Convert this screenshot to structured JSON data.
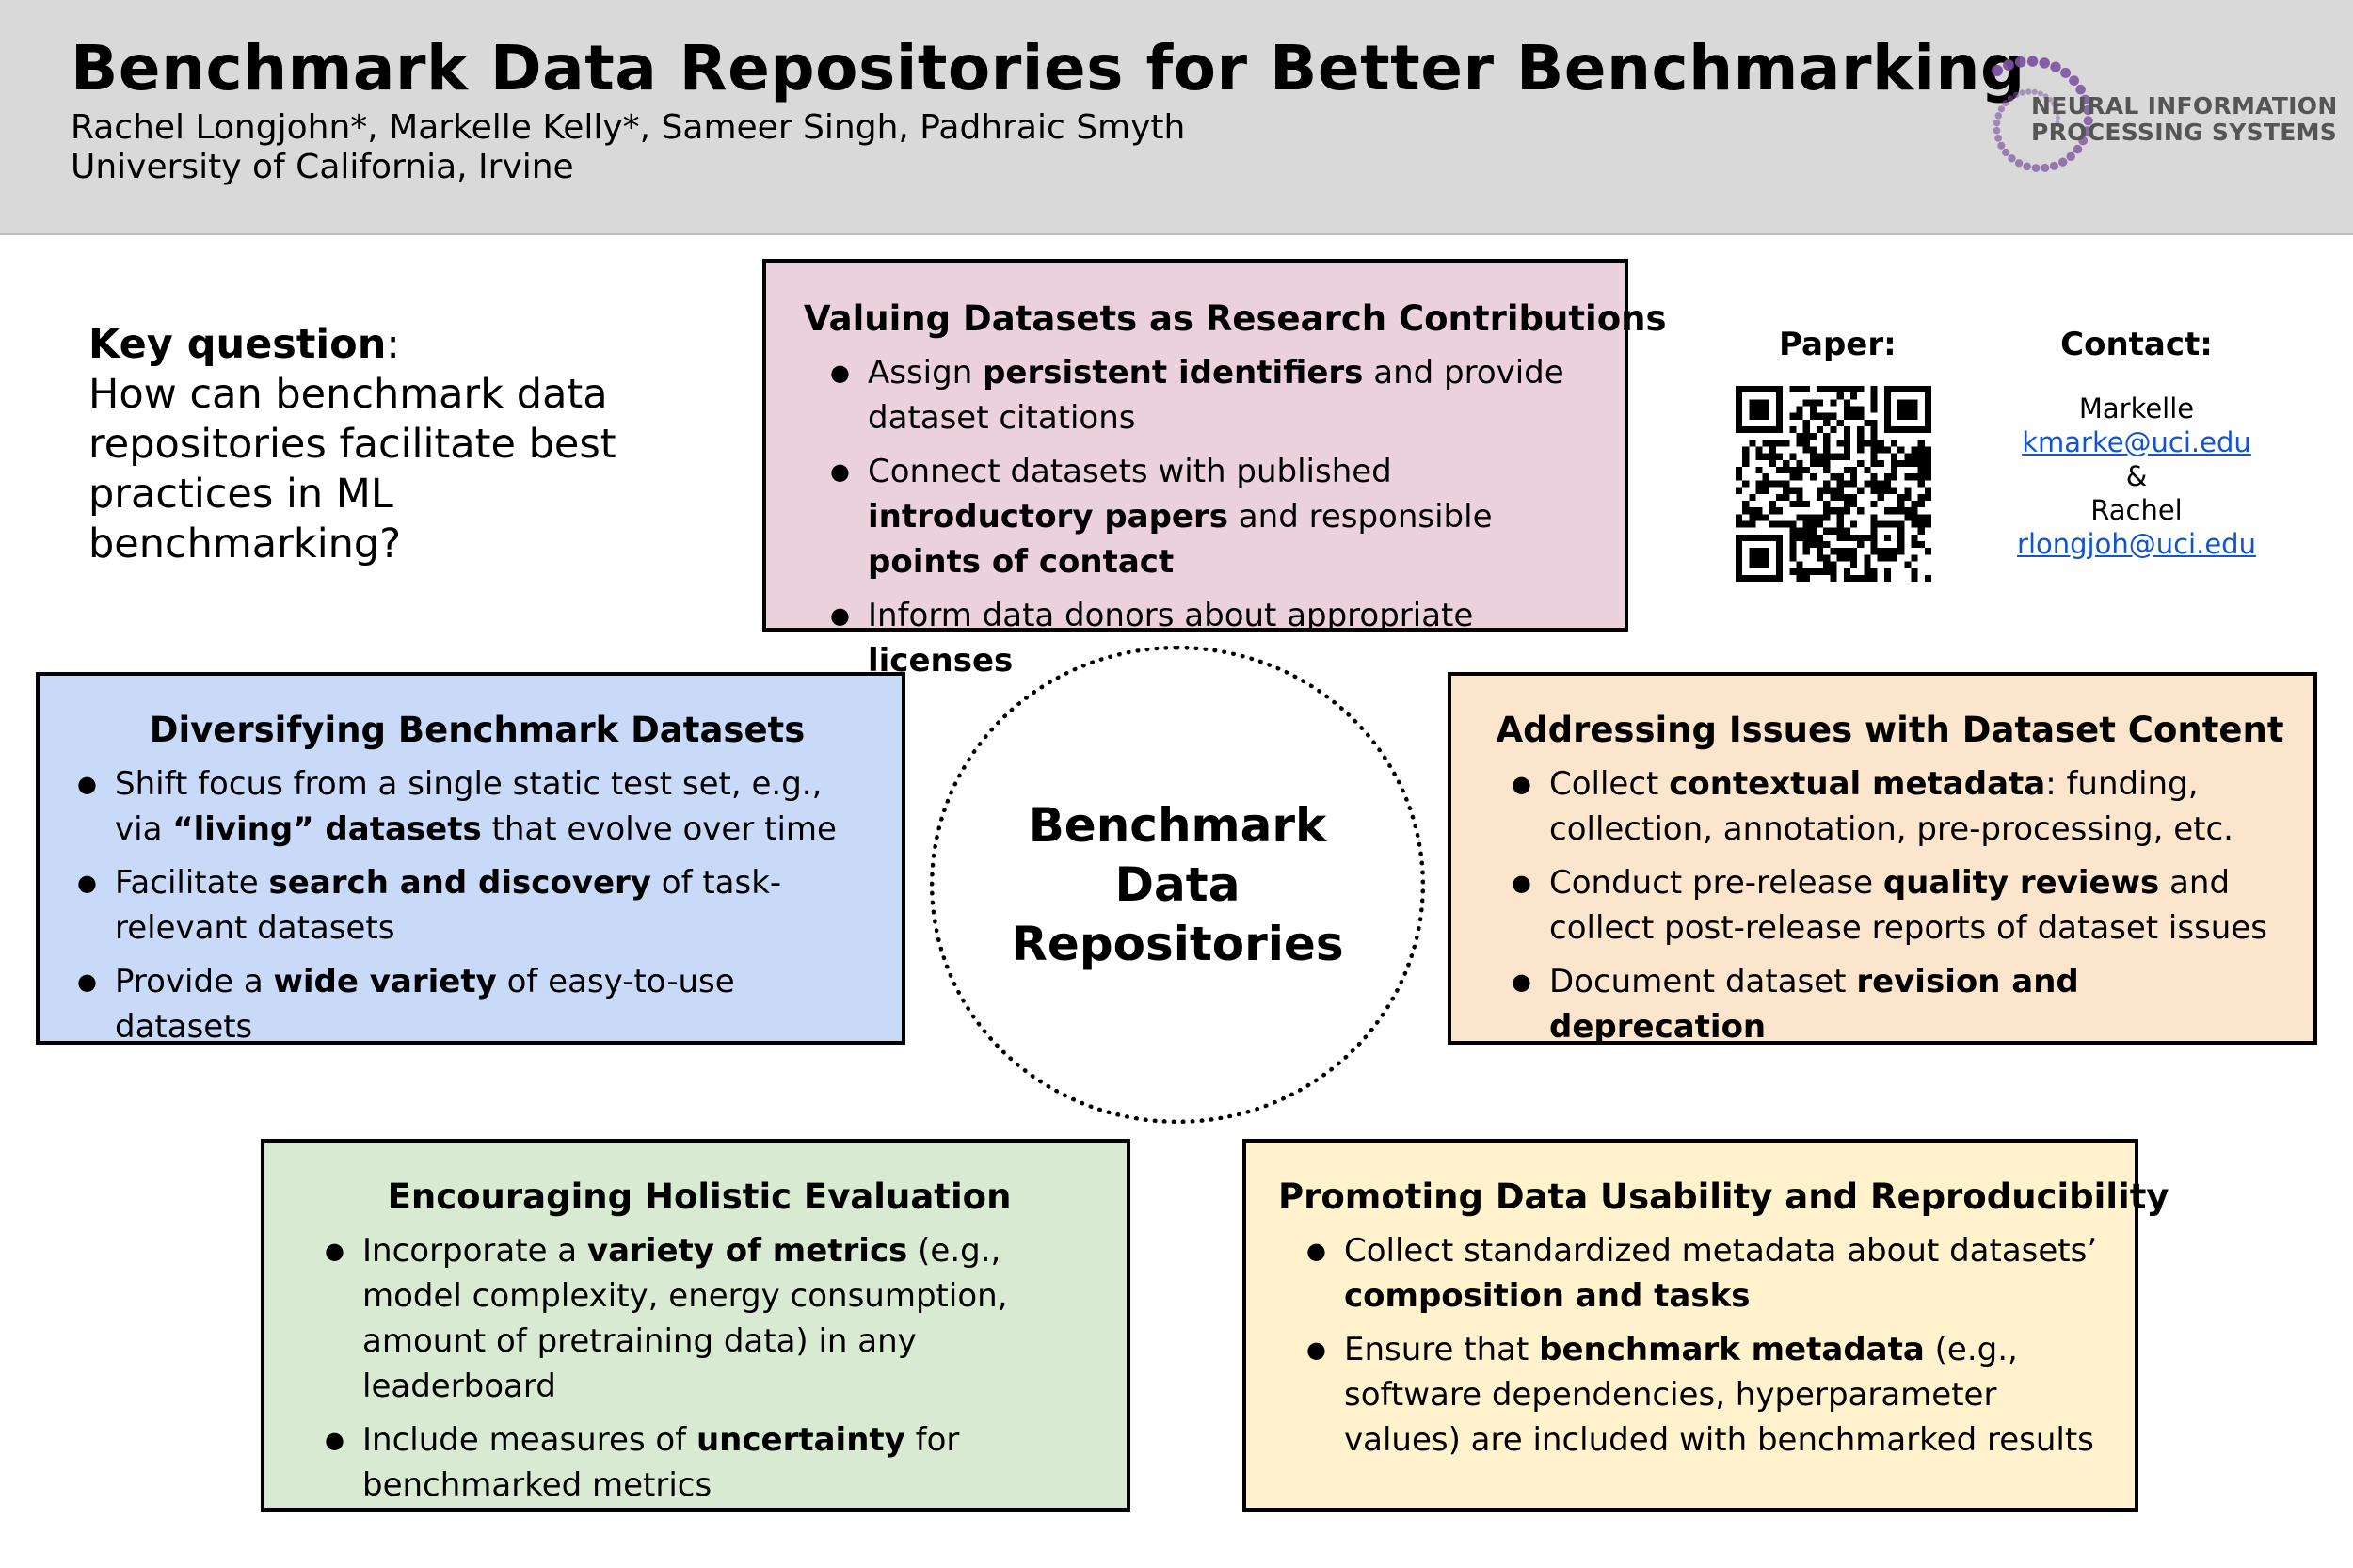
{
  "header": {
    "title": "Benchmark Data Repositories for Better Benchmarking",
    "authors": "Rachel Longjohn*, Markelle Kelly*, Sameer Singh, Padhraic Smyth",
    "affiliation": "University of California, Irvine",
    "logo": {
      "line1": "NEURAL INFORMATION",
      "line2": "PROCESSING SYSTEMS",
      "accent_color": "#7b4f9e"
    }
  },
  "key_question": {
    "label": "Key question",
    "text": "How can benchmark data repositories facilitate best practices in ML benchmarking?"
  },
  "center": {
    "title": "Benchmark\nData\nRepositories"
  },
  "paper": {
    "label": "Paper:",
    "qr_icon": "qr-code-icon"
  },
  "contact": {
    "label": "Contact:",
    "name1": "Markelle",
    "email1": "kmarke@uci.edu",
    "ampersand": "&",
    "name2": "Rachel",
    "email2": "rlongjoh@uci.edu",
    "link_color": "#1155cc"
  },
  "boxes": {
    "valuing": {
      "color": "#ead1dc",
      "title": "Valuing Datasets as Research Contributions",
      "items": [
        [
          [
            "Assign ",
            false
          ],
          [
            "persistent identifiers",
            true
          ],
          [
            " and provide dataset citations",
            false
          ]
        ],
        [
          [
            "Connect datasets with published ",
            false
          ],
          [
            "introductory papers",
            true
          ],
          [
            " and responsible ",
            false
          ],
          [
            "points of contact",
            true
          ]
        ],
        [
          [
            "Inform data donors about appropriate ",
            false
          ],
          [
            "licenses",
            true
          ]
        ]
      ]
    },
    "diversify": {
      "color": "#c9daf8",
      "title": "Diversifying Benchmark Datasets",
      "items": [
        [
          [
            "Shift focus from a single static test set, e.g., via ",
            false
          ],
          [
            "“living” datasets",
            true
          ],
          [
            " that evolve over time",
            false
          ]
        ],
        [
          [
            "Facilitate ",
            false
          ],
          [
            "search and discovery",
            true
          ],
          [
            " of task-relevant datasets",
            false
          ]
        ],
        [
          [
            "Provide a ",
            false
          ],
          [
            "wide variety",
            true
          ],
          [
            " of easy-to-use datasets",
            false
          ]
        ]
      ]
    },
    "content": {
      "color": "#fce5cd",
      "title": "Addressing Issues with Dataset Content",
      "items": [
        [
          [
            "Collect ",
            false
          ],
          [
            "contextual metadata",
            true
          ],
          [
            ": funding, collection, annotation, pre-processing, etc.",
            false
          ]
        ],
        [
          [
            "Conduct pre-release ",
            false
          ],
          [
            "quality reviews",
            true
          ],
          [
            " and collect post-release reports of dataset issues",
            false
          ]
        ],
        [
          [
            "Document dataset ",
            false
          ],
          [
            "revision and deprecation",
            true
          ]
        ]
      ]
    },
    "holistic": {
      "color": "#d9ead3",
      "title": "Encouraging Holistic Evaluation",
      "items": [
        [
          [
            "Incorporate a ",
            false
          ],
          [
            "variety of metrics",
            true
          ],
          [
            " (e.g., model complexity, energy consumption, amount of pretraining data) in any leaderboard",
            false
          ]
        ],
        [
          [
            "Include measures of ",
            false
          ],
          [
            "uncertainty",
            true
          ],
          [
            " for benchmarked metrics",
            false
          ]
        ]
      ]
    },
    "usability": {
      "color": "#fff2cc",
      "title": "Promoting Data Usability and Reproducibility",
      "items": [
        [
          [
            "Collect standardized metadata about datasets’ ",
            false
          ],
          [
            "composition and tasks",
            true
          ]
        ],
        [
          [
            "Ensure that ",
            false
          ],
          [
            "benchmark metadata",
            true
          ],
          [
            " (e.g., software dependencies, hyperparameter values) are included with benchmarked results",
            false
          ]
        ]
      ]
    }
  }
}
